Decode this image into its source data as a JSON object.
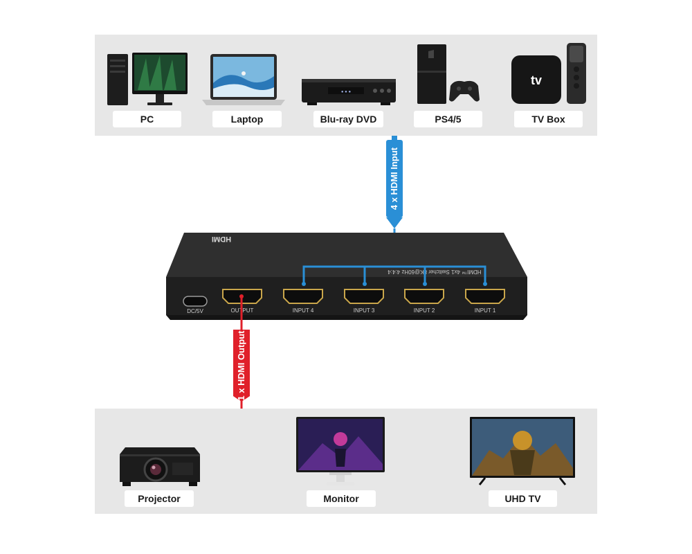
{
  "colors": {
    "input_cable": "#2a8fd6",
    "output_cable": "#e0202a",
    "panel": "#e7e7e7",
    "device_body": "#2c2c2c",
    "port_gold": "#c9a64b"
  },
  "sources": [
    {
      "label": "PC",
      "icon": "pc-icon"
    },
    {
      "label": "Laptop",
      "icon": "laptop-icon"
    },
    {
      "label": "Blu-ray DVD",
      "icon": "bluray-player-icon"
    },
    {
      "label": "PS4/5",
      "icon": "game-console-icon"
    },
    {
      "label": "TV Box",
      "icon": "tv-box-icon"
    }
  ],
  "displays": [
    {
      "label": "Projector",
      "icon": "projector-icon"
    },
    {
      "label": "Monitor",
      "icon": "monitor-icon"
    },
    {
      "label": "UHD TV",
      "icon": "uhd-tv-icon"
    }
  ],
  "cables": {
    "input_label": "4 x HDMI Input",
    "output_label": "1 x HDMI Output"
  },
  "switch": {
    "brand": "HDMI",
    "model_text": "HDMI™ 4x1 Switcher 8K@60Hz 4:4:4",
    "ports": {
      "dc": "DC/5V",
      "output": "OUTPUT",
      "input4": "INPUT 4",
      "input3": "INPUT 3",
      "input2": "INPUT 2",
      "input1": "INPUT 1"
    }
  }
}
